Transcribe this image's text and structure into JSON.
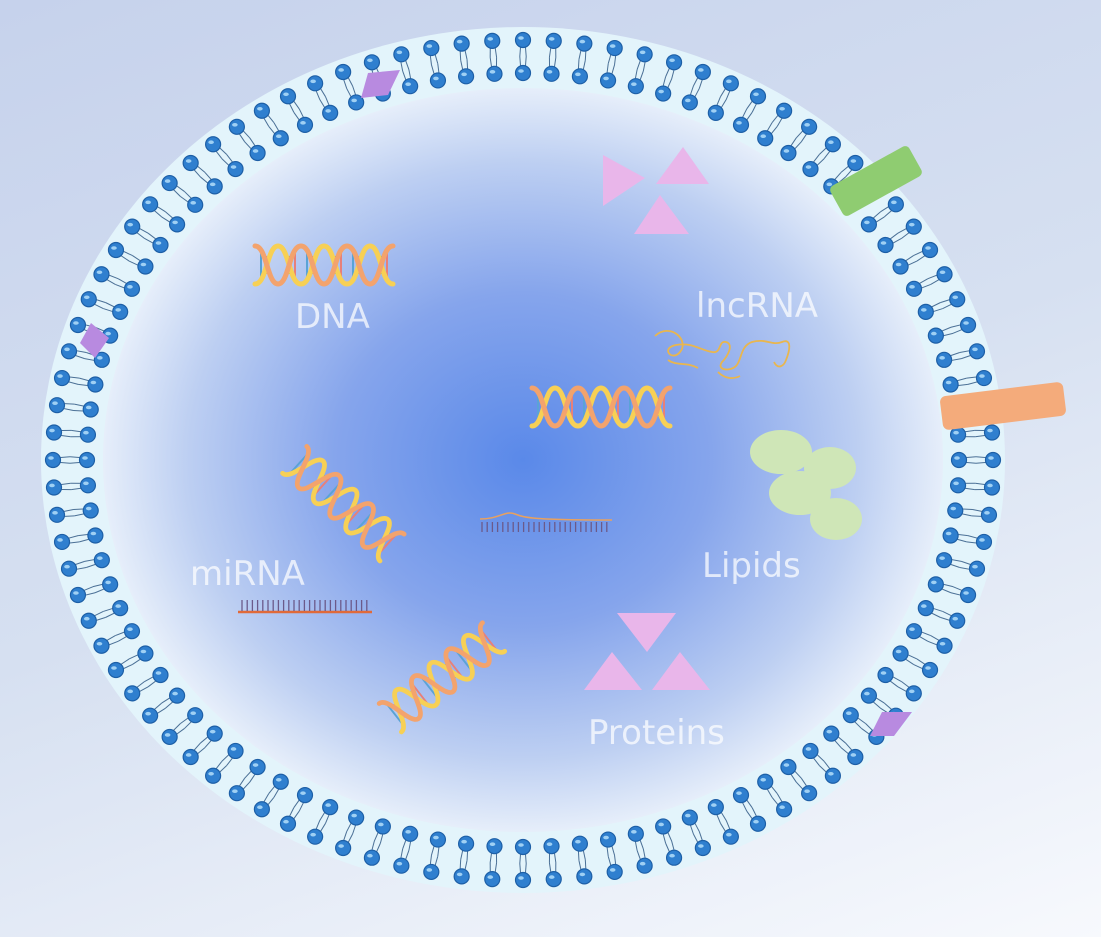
{
  "labels": {
    "dna": "DNA",
    "lncrna": "lncRNA",
    "mirna": "miRNA",
    "lipids": "Lipids",
    "proteins": "Proteins"
  },
  "colors": {
    "membrane_fill": "#e3f4fb",
    "lipid_head": "#2f7fcf",
    "lipid_tail": "#4a6f95",
    "core_center": "#5b8ae9",
    "core_edge": "#dce8f8",
    "label_text": "#ffffff",
    "protein_triangle": "#e9b6ea",
    "lipid_droplet": "#cfe6b7",
    "dna_strand_orange": "#f3a36d",
    "dna_strand_yellow": "#f7d055",
    "mirna_line": "#e06a3a",
    "membrane_protein_green": "#8fcc71",
    "membrane_protein_orange": "#f4ab7b",
    "membrane_protein_purple": "#b88ae0"
  },
  "icons": {
    "dna": "double-helix-icon",
    "lncrna": "tangled-strand-icon",
    "mirna": "short-strand-icon",
    "lipids": "droplet-cluster-icon",
    "proteins": "triangle-cluster-icon",
    "membrane": "lipid-bilayer-icon"
  }
}
